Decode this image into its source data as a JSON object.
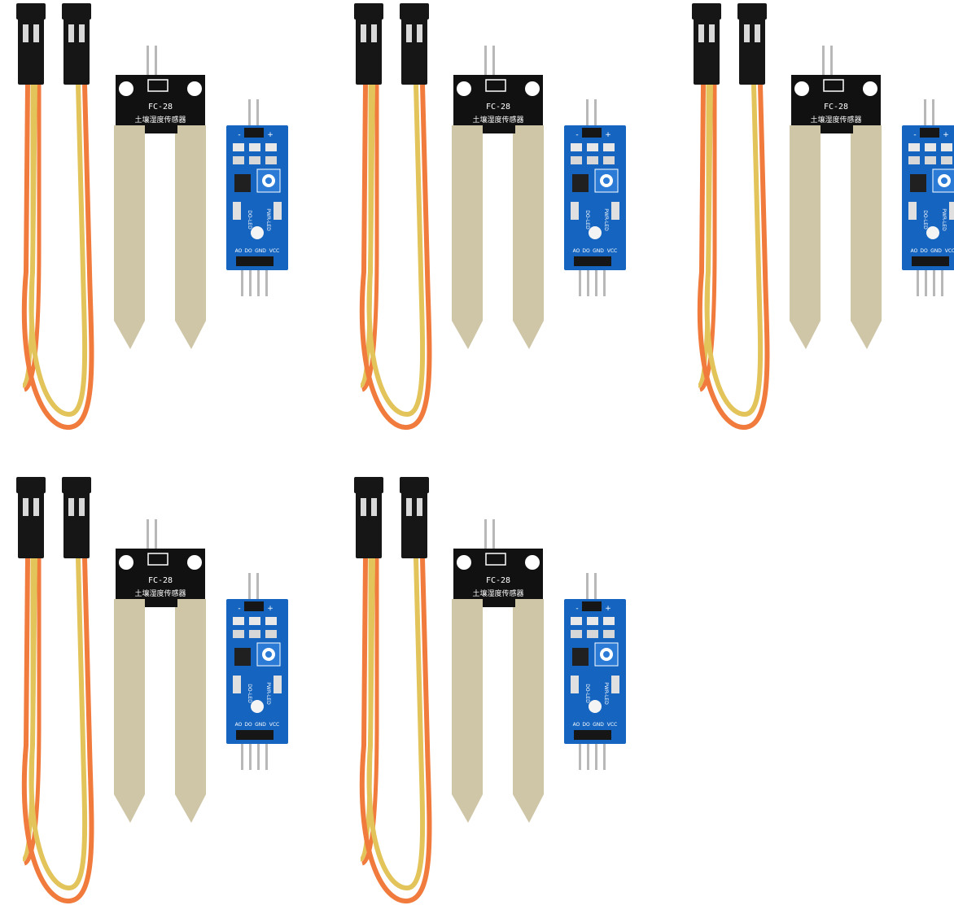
{
  "product": {
    "kit_count": 5,
    "probe_label": "FC-28",
    "probe_sublabel": "土壤湿度传感器",
    "module_pins": [
      "AO",
      "DO",
      "GND",
      "VCC"
    ],
    "module_led_labels": [
      "DO-LED",
      "PWR-LED"
    ],
    "module_header_marks": [
      "-",
      "+"
    ]
  },
  "colors": {
    "background": "#ffffff",
    "probe_board": "#111111",
    "probe_metal": "#cfc6a8",
    "module_board": "#1565c0",
    "wire_orange": "#f07b3c",
    "wire_yellow": "#e2c45a",
    "connector_black": "#161616"
  },
  "icons": [
    "jumper-wire-pair",
    "soil-probe",
    "comparator-module"
  ]
}
